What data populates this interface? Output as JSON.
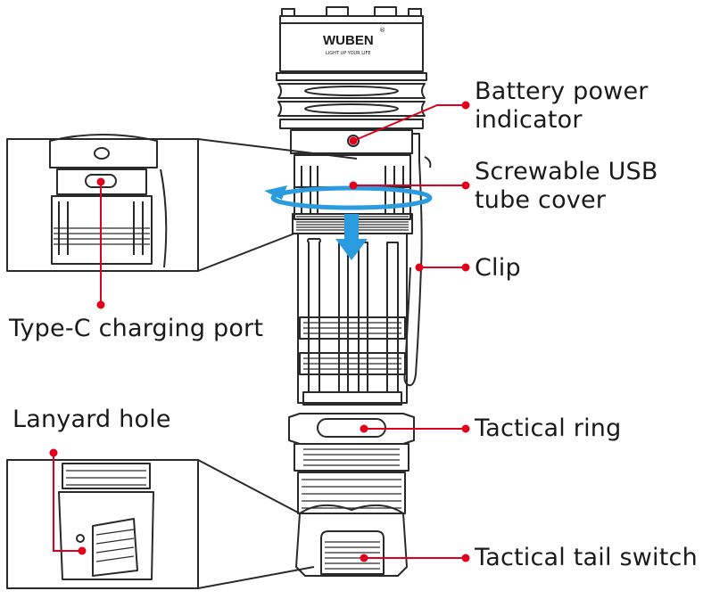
{
  "brand": {
    "logo_text": "WUBEN",
    "tagline": "LIGHT UP YOUR LIFE",
    "registered": "®"
  },
  "colors": {
    "leader": "#e0001b",
    "outline": "#2a2a2a",
    "accent_arrow": "#2b9be0",
    "background": "#ffffff"
  },
  "callouts": {
    "battery_indicator": {
      "line1": "Battery power",
      "line2": "indicator"
    },
    "usb_cover": {
      "line1": "Screwable USB",
      "line2": "tube cover"
    },
    "clip": {
      "text": "Clip"
    },
    "type_c_port": {
      "text": "Type-C charging port"
    },
    "lanyard_hole": {
      "text": "Lanyard hole"
    },
    "tactical_ring": {
      "text": "Tactical ring"
    },
    "tail_switch": {
      "text": "Tactical tail switch"
    }
  },
  "icons": {
    "rotate_arrow": "rotate-arrow-icon",
    "down_arrow": "down-arrow-icon"
  }
}
